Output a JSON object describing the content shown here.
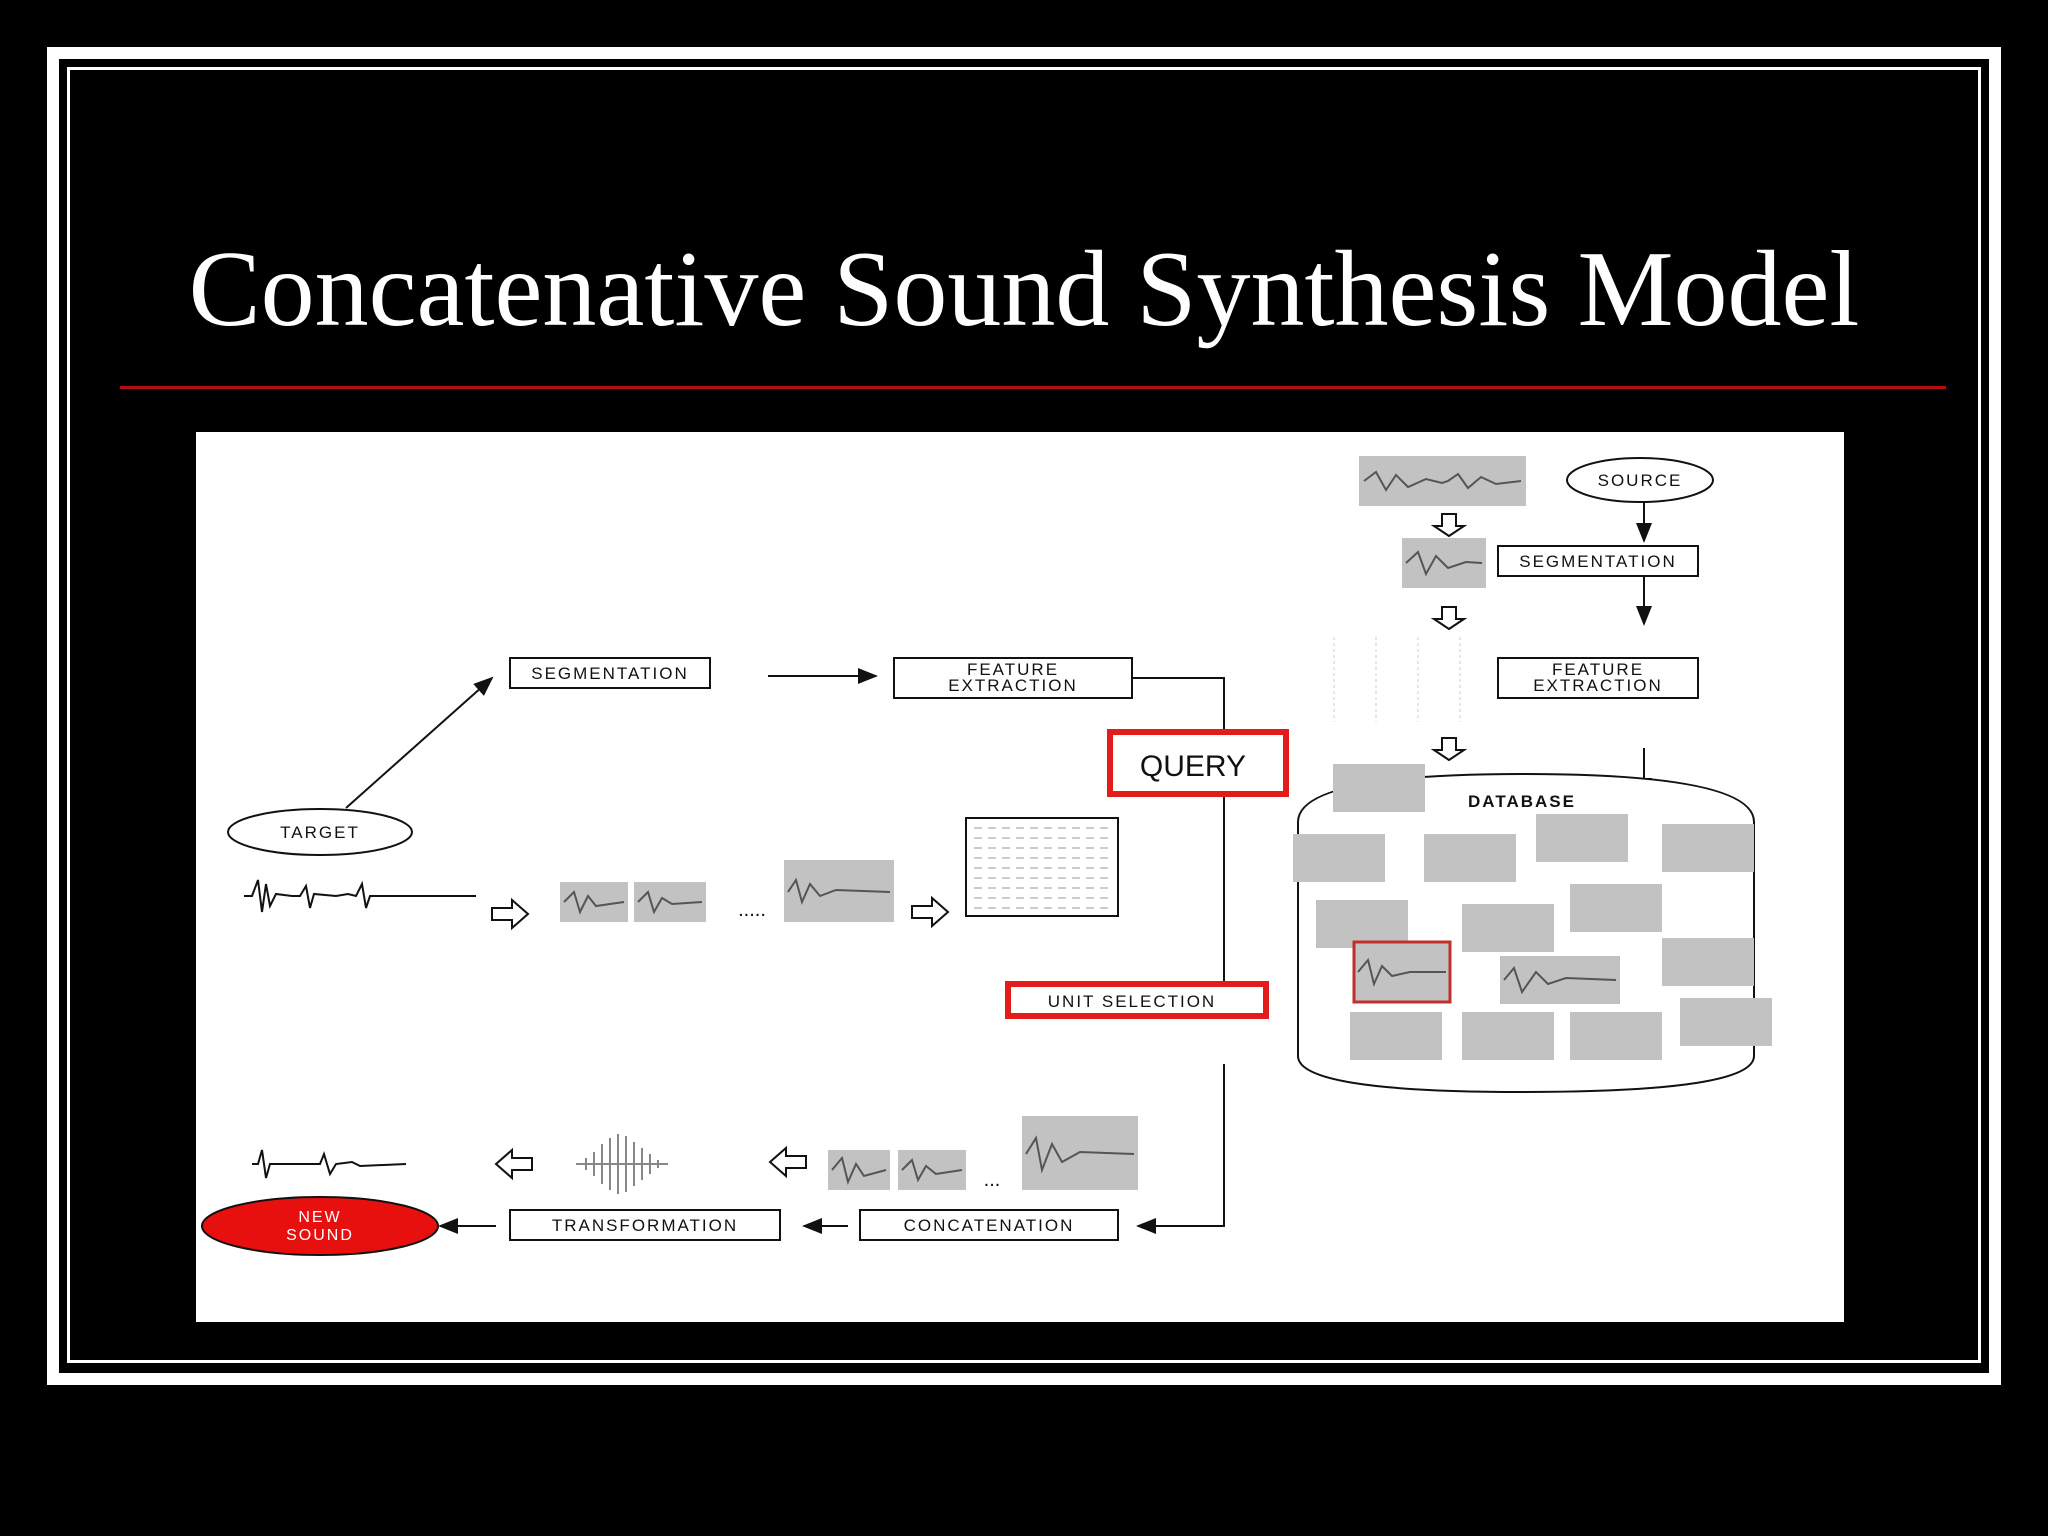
{
  "slide": {
    "title": "Concatenative Sound Synthesis Model"
  },
  "diagram": {
    "nodes": {
      "source": "SOURCE",
      "target": "TARGET",
      "segmentation_source": "SEGMENTATION",
      "segmentation_target": "SEGMENTATION",
      "feature_extraction_source_1": "FEATURE",
      "feature_extraction_source_2": "EXTRACTION",
      "feature_extraction_target_1": "FEATURE",
      "feature_extraction_target_2": "EXTRACTION",
      "database": "DATABASE",
      "query": "QUERY",
      "unit_selection": "UNIT SELECTION",
      "concatenation": "CONCATENATION",
      "transformation": "TRANSFORMATION",
      "new_sound_1": "NEW",
      "new_sound_2": "SOUND",
      "ellipsis_target": ".....",
      "ellipsis_concat": "..."
    },
    "colors": {
      "highlight": "#e31b1b",
      "new_sound_fill": "#e80f0f",
      "unit_block": "#c2c2c2"
    }
  }
}
